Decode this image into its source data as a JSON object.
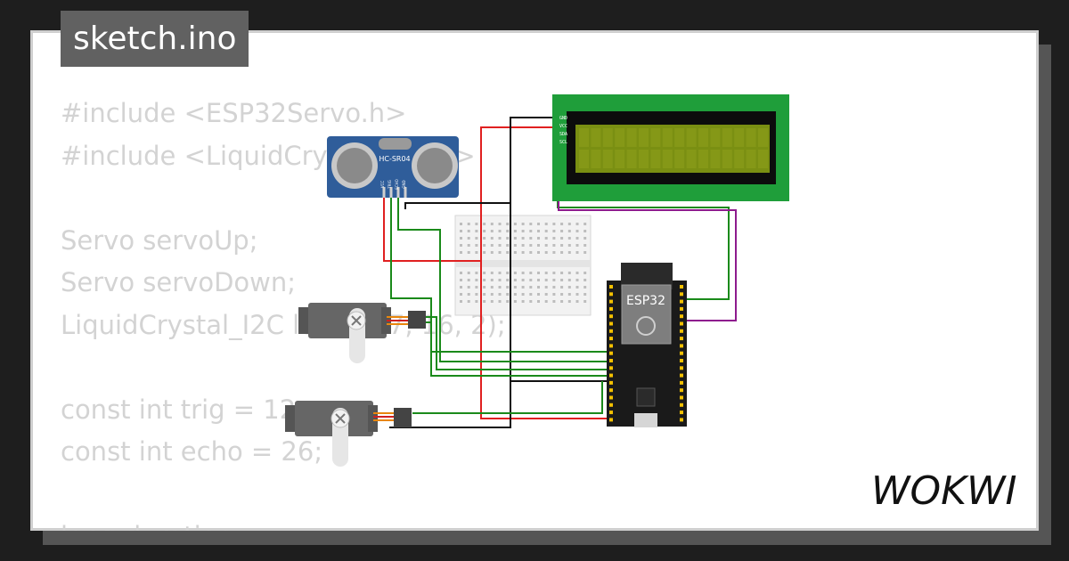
{
  "tab": {
    "title": "sketch.ino"
  },
  "code_lines": [
    "#include <ESP32Servo.h>",
    "#include <LiquidCrystal_I2C.h>",
    "",
    "Servo servoUp;",
    "Servo servoDown;",
    "LiquidCrystal_I2C lcd(0x27, 16, 2);",
    "",
    "const int trig = 12;",
    "const int echo = 26;",
    "",
    "long duration;"
  ],
  "components": {
    "ultrasonic": {
      "label": "HC-SR04",
      "pins": [
        "VCC",
        "TRIG",
        "ECHO",
        "GND"
      ]
    },
    "lcd": {
      "pins": [
        "GND",
        "VCC",
        "SDA",
        "SCL"
      ]
    },
    "esp32": {
      "label": "ESP32"
    }
  },
  "logo": {
    "text": "WOKWI"
  },
  "colors": {
    "wire_red": "#e02020",
    "wire_black": "#111111",
    "wire_green": "#1a8a1a",
    "wire_purple": "#8e1b8e",
    "lcd_board": "#1f9e3a",
    "lcd_screen": "#7a8f12",
    "sensor_board": "#2f5d9a"
  }
}
